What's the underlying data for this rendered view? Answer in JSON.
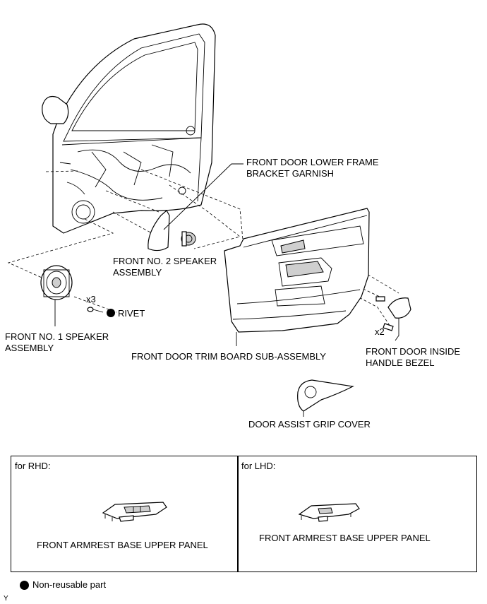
{
  "labels": {
    "lower_frame_garnish": "FRONT DOOR LOWER FRAME\nBRACKET GARNISH",
    "no2_speaker": "FRONT NO. 2 SPEAKER\nASSEMBLY",
    "no1_speaker": "FRONT NO. 1 SPEAKER\nASSEMBLY",
    "rivet": "RIVET",
    "x3": "x3",
    "x2": "x2",
    "trim_board": "FRONT DOOR TRIM BOARD SUB-ASSEMBLY",
    "inside_handle_bezel": "FRONT DOOR INSIDE\nHANDLE BEZEL",
    "assist_grip_cover": "DOOR ASSIST GRIP COVER"
  },
  "variants": {
    "rhd_title": "for RHD:",
    "lhd_title": "for LHD:",
    "rhd_part": "FRONT ARMREST BASE UPPER PANEL",
    "lhd_part": "FRONT ARMREST BASE UPPER PANEL"
  },
  "legend": {
    "non_reusable": "Non-reusable part"
  },
  "footer": {
    "code": "Y"
  }
}
